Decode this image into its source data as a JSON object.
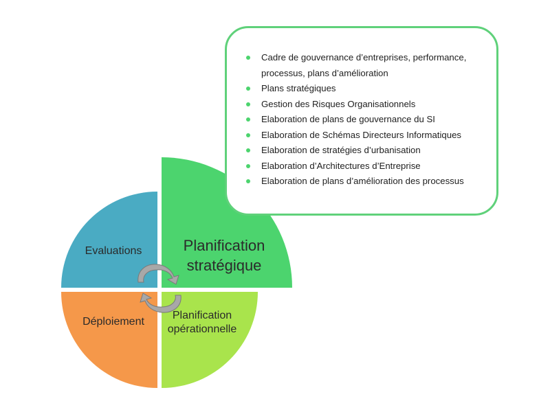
{
  "callout": {
    "items": [
      "Cadre de gouvernance d’entreprises, performance, processus, plans d’amélioration",
      "Plans stratégiques",
      "Gestion des Risques Organisationnels",
      "Elaboration de plans de gouvernance du SI",
      "Elaboration de Schémas Directeurs Informatiques",
      "Elaboration de stratégies d’urbanisation",
      "Elaboration d’Architectures d’Entreprise",
      "Elaboration de plans d’amélioration des processus"
    ]
  },
  "segments": {
    "strategic": {
      "line1": "Planification",
      "line2": "stratégique"
    },
    "evaluations": {
      "label": "Evaluations"
    },
    "deployment": {
      "label": "Déploiement"
    },
    "operational": {
      "line1": "Planification",
      "line2": "opérationnelle"
    }
  },
  "colors": {
    "strategic": "#4cd46e",
    "evaluations": "#4aabc3",
    "deployment": "#f5984a",
    "operational": "#a9e44c",
    "callout_border": "#5fd17a",
    "bullet": "#4cd46e",
    "arrow": "#9a9a9a"
  }
}
